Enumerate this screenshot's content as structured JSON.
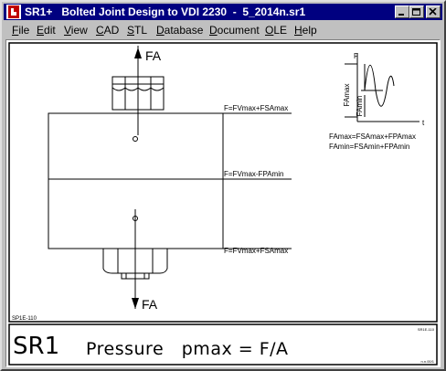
{
  "window": {
    "app_name": "SR1+",
    "title": "Bolted Joint Design to VDI 2230  -  5_2014n.sr1"
  },
  "menu": [
    {
      "label": "File",
      "u": "F",
      "rest": "ile"
    },
    {
      "label": "Edit",
      "u": "E",
      "rest": "dit"
    },
    {
      "label": "View",
      "u": "V",
      "rest": "iew"
    },
    {
      "label": "CAD",
      "u": "C",
      "rest": "AD"
    },
    {
      "label": "STL",
      "u": "S",
      "rest": "TL"
    },
    {
      "label": "Database",
      "u": "D",
      "rest": "atabase"
    },
    {
      "label": "Document",
      "u": "D",
      "rest": "ocument"
    },
    {
      "label": "OLE",
      "u": "O",
      "rest": "LE"
    },
    {
      "label": "Help",
      "u": "H",
      "rest": "elp"
    }
  ],
  "drawing": {
    "force_top": "FA",
    "force_bottom": "FA",
    "line_top": "F=FVmax+FSAmax",
    "line_mid": "F=FVmax-FPAmin",
    "line_bottom": "F=FVmax+FSAmax",
    "graph_y_axis": "F",
    "graph_x_axis": "t",
    "graph_label_famax": "FAmax",
    "graph_label_famin": "FAmin",
    "formula_1": "FAmax=FSAmax+FPAmax",
    "formula_2": "FAmin=FSAmin+FPAmin",
    "figure_id": "SP1E-110",
    "corner_top": "SR1E-110",
    "corner_bottom": "n.n.00/1"
  },
  "command": {
    "prefix": "SR1",
    "text": "Pressure   pmax = F/A"
  }
}
